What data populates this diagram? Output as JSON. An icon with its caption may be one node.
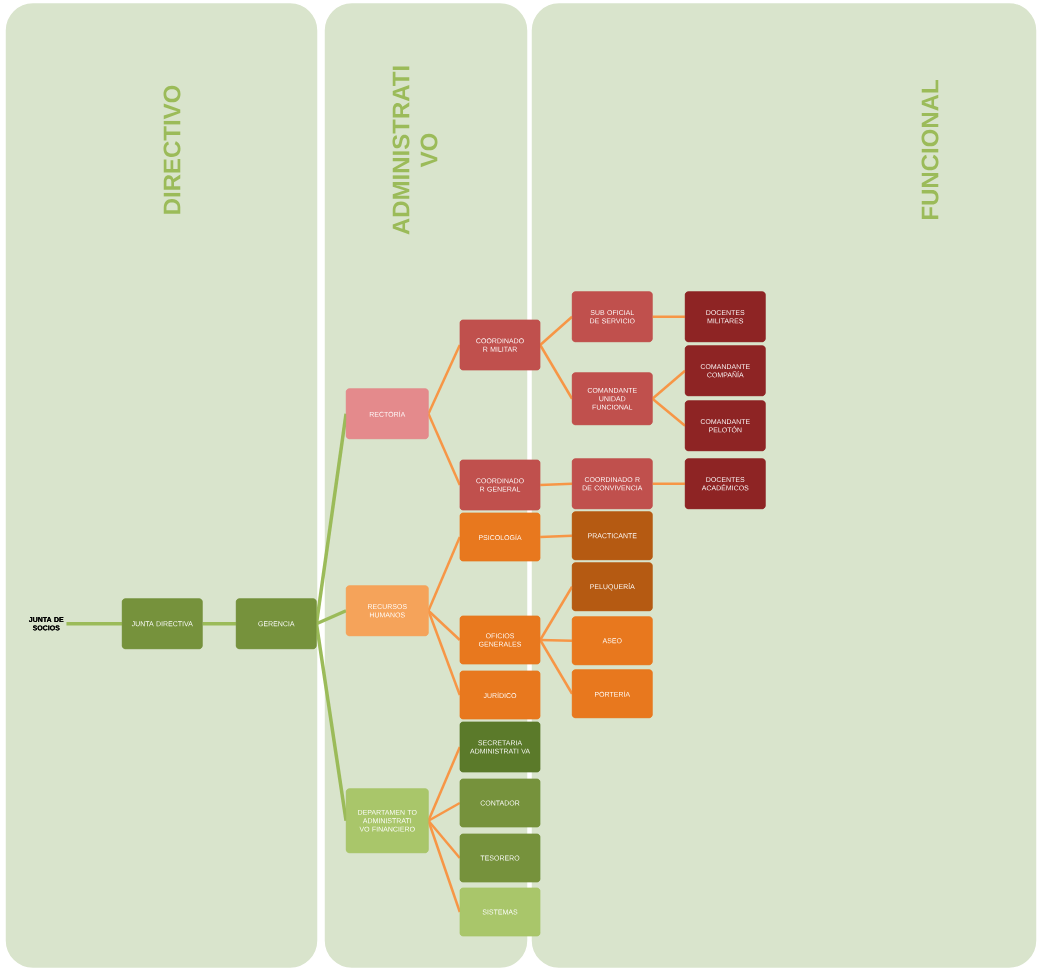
{
  "diagram": {
    "nodes": [
      {
        "text": [
          "DIRECTIVO"
        ]
      },
      {
        "text": [
          "ADMINISTRATI VO"
        ]
      },
      {
        "text": [
          "FUNCIONAL"
        ]
      },
      {
        "text": [
          "JUNTA DE SOCIOS"
        ],
        "in": 0
      },
      {
        "text": [
          "JUNTA DIRECTIVA"
        ],
        "in": 0
      },
      {
        "text": [
          "GERENCIA"
        ],
        "in": 0
      },
      {
        "text": [
          "RECTORÍA"
        ],
        "in": 1
      },
      {
        "text": [
          "RECURSOS HUMANOS"
        ],
        "in": 1
      },
      {
        "text": [
          "DEPARTAMEN TO ADMINISTRATI VO FINANCIERO"
        ],
        "in": 1
      },
      {
        "text": [
          "COORDINADO R MILITAR"
        ]
      },
      {
        "text": [
          "COORDINADO R GENERAL"
        ]
      },
      {
        "text": [
          "SUB OFICIAL DE SERVICIO"
        ],
        "in": 2
      },
      {
        "text": [
          "COMANDANTE UNIDAD FUNCIONAL"
        ],
        "in": 2
      },
      {
        "text": [
          "COORDINADO R DE CONVIVENCIA"
        ],
        "in": 2
      },
      {
        "text": [
          "DOCENTES MILITARES"
        ],
        "in": 2
      },
      {
        "text": [
          "COMANDANTE COMPAÑÍA"
        ],
        "in": 2
      },
      {
        "text": [
          "COMANDANTE PELOTÓN"
        ],
        "in": 2
      },
      {
        "text": [
          "DOCENTES ACADÉMICOS"
        ],
        "in": 2
      },
      {
        "text": [
          "PSICOLOGÍA"
        ]
      },
      {
        "text": [
          "PRACTICANTE"
        ],
        "in": 2
      },
      {
        "text": [
          "OFICIOS GENERALES"
        ]
      },
      {
        "text": [
          "JURÍDICO"
        ]
      },
      {
        "text": [
          "PELUQUERÍA"
        ],
        "in": 2
      },
      {
        "text": [
          "ASEO"
        ],
        "in": 2
      },
      {
        "text": [
          "PORTERÍA"
        ],
        "in": 2
      },
      {
        "text": [
          "SECRETARIA ADMINISTRATI VA"
        ]
      },
      {
        "text": [
          "CONTADOR"
        ]
      },
      {
        "text": [
          "TESORERO"
        ]
      },
      {
        "text": [
          "SISTEMAS"
        ]
      }
    ],
    "edges": [
      {
        "from": 3,
        "to": 4,
        "arrow": "none",
        "color": "#9bbb59"
      },
      {
        "from": 4,
        "to": 5,
        "arrow": "none",
        "color": "#9bbb59"
      },
      {
        "from": 5,
        "to": 6,
        "arrow": "none",
        "color": "#9bbb59"
      },
      {
        "from": 5,
        "to": 7,
        "arrow": "none",
        "color": "#9bbb59"
      },
      {
        "from": 5,
        "to": 8,
        "arrow": "none",
        "color": "#9bbb59"
      },
      {
        "from": 6,
        "to": 9,
        "arrow": "none"
      },
      {
        "from": 6,
        "to": 10,
        "arrow": "none"
      },
      {
        "from": 9,
        "to": 11,
        "arrow": "none"
      },
      {
        "from": 9,
        "to": 12,
        "arrow": "none"
      },
      {
        "from": 11,
        "to": 14,
        "arrow": "none"
      },
      {
        "from": 12,
        "to": 15,
        "arrow": "none"
      },
      {
        "from": 12,
        "to": 16,
        "arrow": "none"
      },
      {
        "from": 10,
        "to": 13,
        "arrow": "none"
      },
      {
        "from": 13,
        "to": 17,
        "arrow": "none"
      },
      {
        "from": 7,
        "to": 18,
        "arrow": "none"
      },
      {
        "from": 7,
        "to": 20,
        "arrow": "none"
      },
      {
        "from": 7,
        "to": 21,
        "arrow": "none"
      },
      {
        "from": 18,
        "to": 19,
        "arrow": "none"
      },
      {
        "from": 20,
        "to": 22,
        "arrow": "none"
      },
      {
        "from": 20,
        "to": 23,
        "arrow": "none"
      },
      {
        "from": 20,
        "to": 24,
        "arrow": "none"
      },
      {
        "from": 8,
        "to": 25,
        "arrow": "none"
      },
      {
        "from": 8,
        "to": 26,
        "arrow": "none"
      },
      {
        "from": 8,
        "to": 27,
        "arrow": "none"
      },
      {
        "from": 8,
        "to": 28,
        "arrow": "none"
      }
    ]
  }
}
